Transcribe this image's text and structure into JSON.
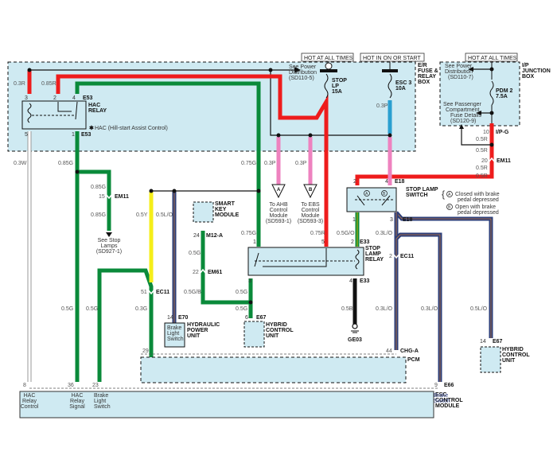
{
  "colors": {
    "box_fill": "#cfeaf2",
    "red": "#ee1c1c",
    "green": "#0a8a3a",
    "pink": "#ee82bf",
    "blue": "#2a9fd0",
    "yellow": "#f5ee1a",
    "navy": "#2d3f7a",
    "white_wire": "#c8c8c8",
    "black": "#111111"
  },
  "hot_labels": {
    "er_fuse": "HOT AT ALL TIMES",
    "esc3": "HOT IN ON OR START",
    "ip_junction": "HOT AT ALL TIMES"
  },
  "er_box": {
    "title_lines": [
      "E/R",
      "FUSE &",
      "RELAY",
      "BOX"
    ],
    "see_power": [
      "See Power",
      "Distribution",
      "(SD110-5)"
    ],
    "fuse_stop": [
      "STOP",
      "LP",
      "15A"
    ],
    "fuse_esc": [
      "ESC 3",
      "10A"
    ]
  },
  "ip_box": {
    "title_lines": [
      "I/P",
      "JUNCTION",
      "BOX"
    ],
    "see_power": [
      "See Power",
      "Distribution",
      "(SD110-7)"
    ],
    "fuse": [
      "PDM 2",
      "7.5A"
    ],
    "see_passenger": [
      "See Passenger",
      "Compartment",
      "Fuse Details",
      "(SD120-9)"
    ]
  },
  "hac_relay": {
    "title_lines": [
      "HAC",
      "RELAY"
    ],
    "note": "HAC (Hill-start Assist Control)",
    "connector_top": "E53",
    "connector_bottom": "E53",
    "pins": {
      "p3": "3",
      "p2": "2",
      "p4": "4",
      "p5": "5",
      "p1": "1"
    }
  },
  "stop_lamp_switch": {
    "title_lines": [
      "STOP LAMP",
      "SWITCH"
    ],
    "connector": "E18",
    "legend_a": [
      "Closed with brake",
      "pedal depressed"
    ],
    "legend_b": [
      "Open with brake",
      "pedal depressed"
    ],
    "mark_a": "A",
    "mark_b": "B",
    "pins": {
      "p2": "2",
      "p4": "4",
      "p1": "1",
      "p3": "3"
    }
  },
  "stop_lamp_relay": {
    "title_lines": [
      "STOP",
      "LAMP",
      "RELAY"
    ],
    "connector": "E33",
    "pins": {
      "p1": "1",
      "p5": "5",
      "p2": "2",
      "p3": "3",
      "p4": "4"
    }
  },
  "smart_key": {
    "title_lines": [
      "SMART",
      "KEY",
      "MODULE"
    ],
    "pin": "24",
    "connector": "M12-A"
  },
  "hydraulic_unit": {
    "title_lines": [
      "HYDRAULIC",
      "POWER",
      "UNIT"
    ],
    "inner": [
      "Brake",
      "Light",
      "Switch"
    ],
    "pin": "14",
    "connector": "E70"
  },
  "hcu_left": {
    "title_lines": [
      "HYBRID",
      "CONTROL",
      "UNIT"
    ],
    "pin": "6",
    "connector": "E67"
  },
  "hcu_right": {
    "title_lines": [
      "HYBRID",
      "CONTROL",
      "UNIT"
    ],
    "pin": "14",
    "connector": "E67"
  },
  "pcm": {
    "title": "PCM",
    "pin_left": "29",
    "pin_right": "44",
    "connector": "CHG-A"
  },
  "esc_module": {
    "title_lines": [
      "ESC",
      "CONTROL",
      "MODULE"
    ],
    "connector": "E66",
    "pins": [
      {
        "pin": "8",
        "lines": [
          "HAC",
          "Relay",
          "Control"
        ]
      },
      {
        "pin": "36",
        "lines": [
          "HAC",
          "Relay",
          "Signal"
        ]
      },
      {
        "pin": "23",
        "lines": [
          "Brake",
          "Light",
          "Switch"
        ]
      },
      {
        "pin": "9",
        "lines": [
          "Brake",
          "Switch"
        ]
      }
    ]
  },
  "offpage": {
    "a": {
      "mark": "A",
      "lines": [
        "To AHB",
        "Control",
        "Module",
        "(SD593-1)"
      ]
    },
    "b": {
      "mark": "B",
      "lines": [
        "To EBS",
        "Control",
        "Module",
        "(SD593-3)"
      ]
    },
    "stop_lamps": [
      "See Stop",
      "Lamps",
      "(SD927-1)"
    ]
  },
  "connectors": {
    "em11_left": {
      "pin": "15",
      "name": "EM11"
    },
    "em11_right": {
      "pin": "20",
      "name": "EM11"
    },
    "ipg": {
      "pin": "10",
      "name": "I/P-G"
    },
    "em61": {
      "pin": "22",
      "name": "EM61"
    },
    "ec11_left": {
      "pin": "51",
      "name": "EC11"
    },
    "ec11_right": {
      "pin": "2",
      "name": "EC11"
    },
    "ge03": "GE03"
  },
  "wire_labels": {
    "w03r": "0.3R",
    "w085r": "0.85R",
    "w03w": "0.3W",
    "w085g_a": "0.85G",
    "w085g_b": "0.85G",
    "w085g_c": "0.85G",
    "w075g_a": "0.75G",
    "w075g_b": "0.75G",
    "w03p_a": "0.3P",
    "w03p_b": "0.3P",
    "w03p_c": "0.3P",
    "w075r": "0.75R",
    "w05r_a": "0.5R",
    "w05r_b": "0.5R",
    "w05r_c": "0.5R",
    "w05r_d": "0.5R",
    "w05y": "0.5Y",
    "w05lo_a": "0.5L/O",
    "w05g_a": "0.5G",
    "w05gb": "0.5G/B",
    "w05go": "0.5G/O",
    "w03lo_a": "0.3L/O",
    "w03lo_b": "0.3L/O",
    "w03lo_c": "0.3L/O",
    "w05lo_b": "0.5L/O",
    "w05g_b": "0.5G",
    "w05g_c": "0.5G",
    "w05g_d": "0.5G",
    "w05g_e": "0.5G",
    "w03g": "0.3G",
    "w05b": "0.5B"
  }
}
